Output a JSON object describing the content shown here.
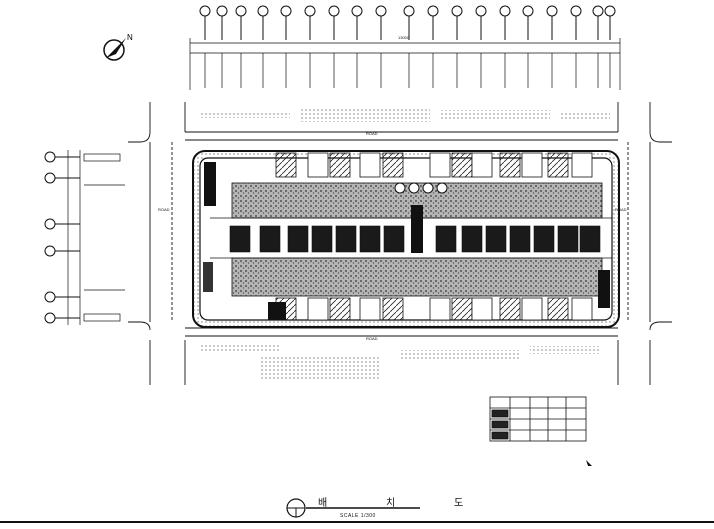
{
  "drawing": {
    "title": "배 치 도",
    "scale": "SCALE 1/300",
    "north_icon": "north-arrow-icon",
    "ink_color": "#111111",
    "paper_color": "#ffffff",
    "road_labels": {
      "north": "ROAD",
      "south": "ROAD",
      "west": "ROAD",
      "east": "ROAD"
    },
    "overall_dimension": "13000"
  }
}
